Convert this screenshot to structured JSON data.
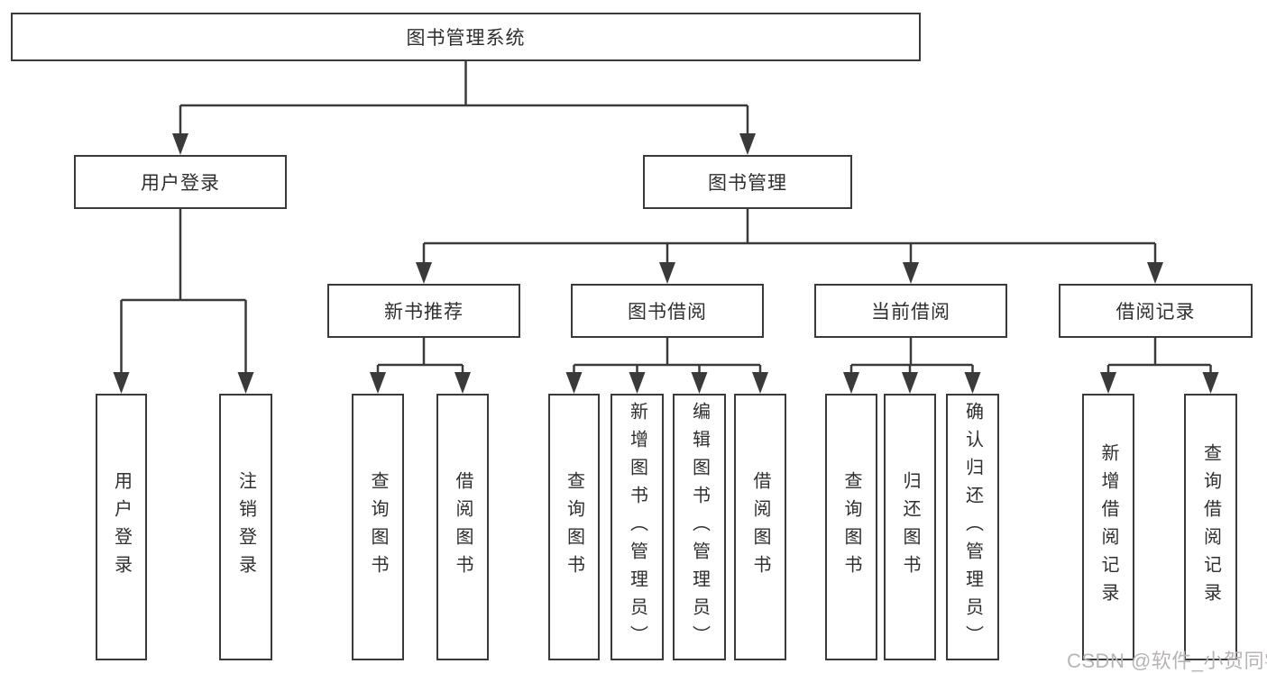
{
  "diagram": {
    "title": "图书管理系统",
    "nodes": {
      "root": "图书管理系统",
      "user_login": "用户登录",
      "book_management": "图书管理",
      "new_book_recommend": "新书推荐",
      "book_borrow": "图书借阅",
      "current_borrow": "当前借阅",
      "borrow_records": "借阅记录",
      "leaf_user_login": "用户登录",
      "leaf_logout": "注销登录",
      "leaf_query_books_nb": "查询图书",
      "leaf_borrow_books_nb": "借阅图书",
      "leaf_query_books_bb": "查询图书",
      "leaf_add_book_admin": "新增图书（管理员）",
      "leaf_edit_book_admin": "编辑图书（管理员）",
      "leaf_borrow_books_bb": "借阅图书",
      "leaf_query_books_cb": "查询图书",
      "leaf_return_book": "归还图书",
      "leaf_confirm_return_admin": "确认归还（管理员）",
      "leaf_add_borrow_record": "新增借阅记录",
      "leaf_query_borrow_record": "查询借阅记录"
    },
    "watermark": "CSDN @软件_小贺同学",
    "colors": {
      "line": "#3a3a3a",
      "box_border": "#3a3a3a",
      "text": "#2f2f2f",
      "watermark": "#b9b4b4",
      "background": "#ffffff"
    }
  }
}
